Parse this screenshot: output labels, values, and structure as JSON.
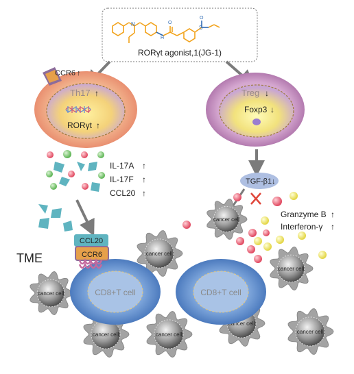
{
  "agonist": {
    "caption": "RORγt agonist,1(JG-1)"
  },
  "th17_cell": {
    "name": "Th17",
    "name_arrow": "↑",
    "receptor": "CCR6",
    "receptor_arrow": "↑",
    "factor": "RORγt",
    "factor_arrow": "↑"
  },
  "treg_cell": {
    "name": "Treg",
    "name_arrow": "↓",
    "factor": "Foxp3",
    "factor_arrow": "↓"
  },
  "cytokines": [
    {
      "label": "IL-17A",
      "arrow": "↑"
    },
    {
      "label": "IL-17F",
      "arrow": "↑"
    },
    {
      "label": "CCL20",
      "arrow": "↑"
    }
  ],
  "tgf": {
    "label": "TGF-β1",
    "arrow": "↓"
  },
  "effectors": [
    {
      "label": "Granzyme B",
      "arrow": "↑"
    },
    {
      "label": "Interferon-γ",
      "arrow": "↑"
    }
  ],
  "receptor_complex": {
    "ligand": "CCL20",
    "receptor": "CCR6"
  },
  "tme_label": "TME",
  "cd8_cells": [
    "CD8+T cell",
    "CD8+T cell"
  ],
  "cancer_cell_label": "cancer cell",
  "colors": {
    "th17_outer": "#e8a17f",
    "treg_outer": "#c99ac3",
    "cd8": "#5b86c8",
    "cancer": "#9d9d9d",
    "arrow": "#7b7b7b",
    "molecule_carbon": "#f2a31c",
    "molecule_hetero": "#2f6bb4"
  }
}
